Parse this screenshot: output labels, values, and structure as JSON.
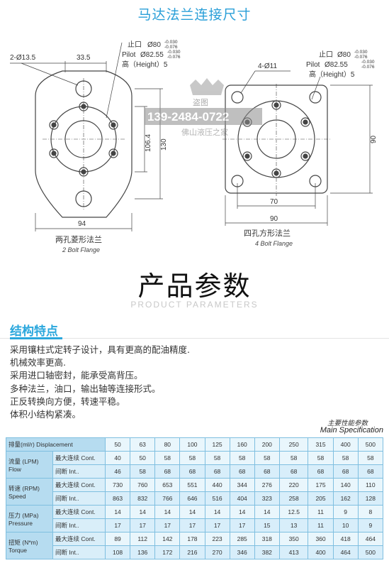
{
  "title_top": "马达法兰连接尺寸",
  "left_flange": {
    "hole_label": "2-Ø13.5",
    "dim_33_5": "33.5",
    "pilot": {
      "zhikou": "止口",
      "d80": "Ø80",
      "d80_tol_top": "-0.030",
      "d80_tol_bot": "-0.076",
      "pilot_word": "Pilot",
      "d82": "Ø82.55",
      "d82_tol_top": "-0.030",
      "d82_tol_bot": "-0.076",
      "height": "高（Height）5"
    },
    "dim_106_4": "106.4",
    "dim_130": "130",
    "dim_94": "94",
    "caption_cn": "两孔菱形法兰",
    "caption_en": "2 Bolt Flange"
  },
  "right_flange": {
    "hole_label": "4-Ø11",
    "pilot": {
      "zhikou": "止口",
      "d80": "Ø80",
      "d80_tol_top": "-0.030",
      "d80_tol_bot": "-0.076",
      "pilot_word": "Pilot",
      "d82": "Ø82.55",
      "d82_tol_top": "-0.030",
      "d82_tol_bot": "-0.076",
      "height": "高（Height）5"
    },
    "dim_90_v": "90",
    "dim_70": "70",
    "dim_90_h": "90",
    "caption_cn": "四孔方形法兰",
    "caption_en": "4 Bolt Flange"
  },
  "watermark": {
    "line1": "盗图",
    "line2": "139-2484-0722",
    "line3": "佛山液压之家"
  },
  "params_title": "产品参数",
  "params_subtitle": "PRODUCT PARAMETERS",
  "features": {
    "heading": "结构特点",
    "items": [
      "采用镶柱式定转子设计，具有更高的配油精度.",
      "机械效率更高.",
      "采用进口轴密封，能承受高背压。",
      "多种法兰，油口，输出轴等连接形式。",
      "正反转换向方便，转速平稳。",
      "体积小结构紧凑。"
    ]
  },
  "spec": {
    "title_cn": "主要性能参数",
    "title_en": "Main Specification",
    "rows": [
      {
        "label": "排量(ml/r) Displacement",
        "sub": "",
        "values": [
          "50",
          "63",
          "80",
          "100",
          "125",
          "160",
          "200",
          "250",
          "315",
          "400",
          "500"
        ]
      },
      {
        "label": "流量 (LPM) Flow",
        "sub": "最大连续  Cont.",
        "values": [
          "40",
          "50",
          "58",
          "58",
          "58",
          "58",
          "58",
          "58",
          "58",
          "58",
          "58"
        ]
      },
      {
        "label": "",
        "sub": "间断       Int..",
        "values": [
          "46",
          "58",
          "68",
          "68",
          "68",
          "68",
          "68",
          "68",
          "68",
          "68",
          "68"
        ]
      },
      {
        "label": "转速 (RPM) Speed",
        "sub": "最大连续  Cont.",
        "values": [
          "730",
          "760",
          "653",
          "551",
          "440",
          "344",
          "276",
          "220",
          "175",
          "140",
          "110"
        ]
      },
      {
        "label": "",
        "sub": "间断       Int..",
        "values": [
          "863",
          "832",
          "766",
          "646",
          "516",
          "404",
          "323",
          "258",
          "205",
          "162",
          "128"
        ]
      },
      {
        "label": "压力 (MPa) Pressure",
        "sub": "最大连续  Cont.",
        "values": [
          "14",
          "14",
          "14",
          "14",
          "14",
          "14",
          "14",
          "12.5",
          "11",
          "9",
          "8"
        ]
      },
      {
        "label": "",
        "sub": "间断       Int..",
        "values": [
          "17",
          "17",
          "17",
          "17",
          "17",
          "17",
          "15",
          "13",
          "11",
          "10",
          "9"
        ]
      },
      {
        "label": "扭矩 (N*m) Torque",
        "sub": "最大连续  Cont.",
        "values": [
          "89",
          "112",
          "142",
          "178",
          "223",
          "285",
          "318",
          "350",
          "360",
          "418",
          "464"
        ]
      },
      {
        "label": "",
        "sub": "间断       Int..",
        "values": [
          "108",
          "136",
          "172",
          "216",
          "270",
          "346",
          "382",
          "413",
          "400",
          "464",
          "500"
        ]
      }
    ]
  }
}
